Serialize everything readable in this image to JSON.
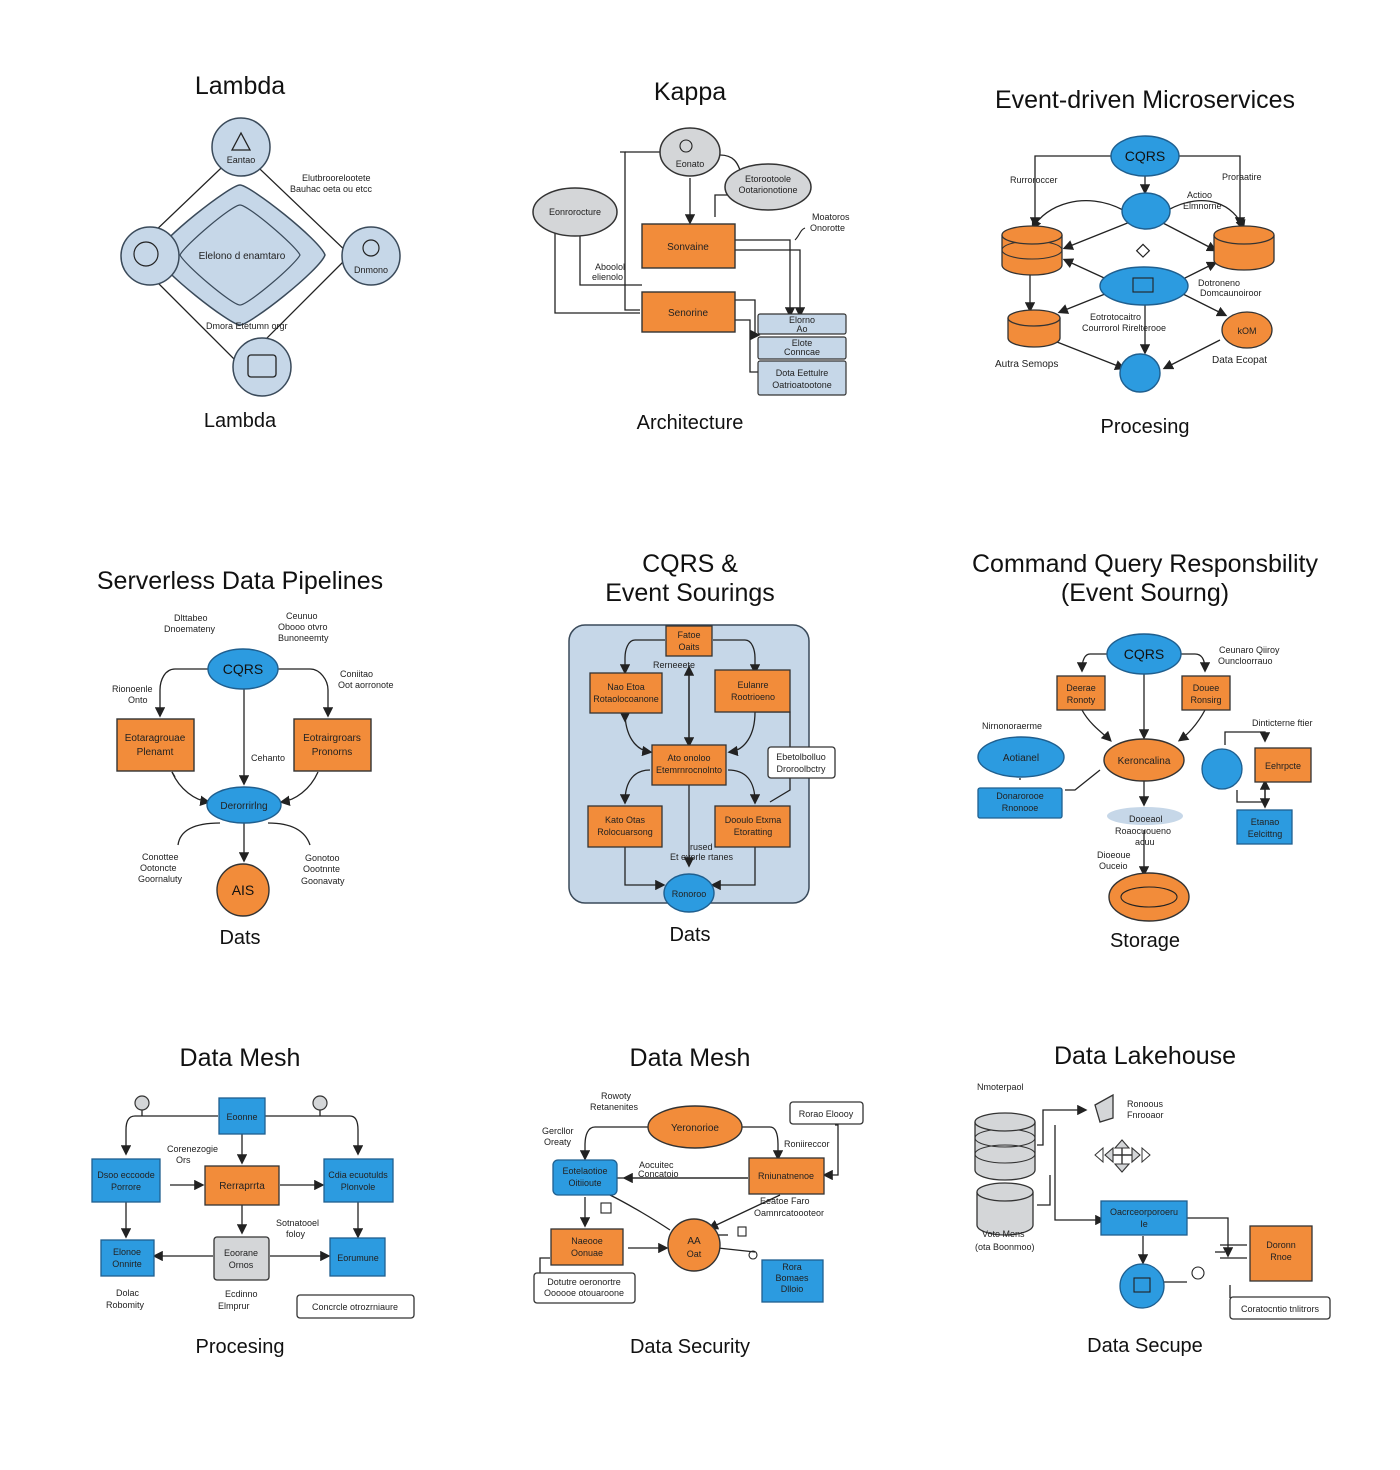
{
  "colors": {
    "orange": "#f28c3a",
    "blue": "#2c9be0",
    "grayblue": "#c6d7e8",
    "gray": "#d4d6d8",
    "stroke": "#222222"
  },
  "panels": [
    {
      "title": "Lambda",
      "caption": "Lambda",
      "labels": {
        "top": "Eantao",
        "left": "",
        "right": "Dnmono",
        "bottom": "",
        "center": "Elelono d enamtaro",
        "note1": "Elutbroorelootete",
        "note2": "Bauhac oeta ou etcc",
        "note3": "Dmora Etetumn orgr"
      }
    },
    {
      "title": "Kappa",
      "caption": "Architecture",
      "labels": {
        "top": "Eonato",
        "left": "Eonrorocture",
        "right1": "Etorootoole",
        "right2": "Ootarionotione",
        "box1": "Sonvaine",
        "box2": "Senorine",
        "note1": "Moatoros",
        "note2": "Onorotte",
        "note3": "Aboolol",
        "note4": "elienolo",
        "s1a": "Elorno",
        "s1b": "Ao",
        "s2a": "Elote",
        "s2b": "Conncae",
        "s3a": "Dota Eettulre",
        "s3b": "Oatrioatootone"
      }
    },
    {
      "title": "Event-driven Microservices",
      "caption": "Procesing",
      "labels": {
        "top": "CQRS",
        "l1": "Rurroroccer",
        "r1": "Proraatire",
        "mid1a": "Actioo",
        "mid1b": "Elmnorne",
        "n1": "Dotroneno",
        "n2": "Domcaunoiroor",
        "n3": "Eotrotocaitro",
        "n4": "Courrorol Rirelterooe",
        "bl": "Autra Semops",
        "br": "Data Ecopat",
        "brbox": "kOM"
      }
    },
    {
      "title": "Serverless Data Pipelines",
      "caption": "Dats",
      "labels": {
        "top": "CQRS",
        "box1a": "Eotaragrouae",
        "box1b": "Plenamt",
        "box2a": "Eotrairgroars",
        "box2b": "Pronorns",
        "mid": "Derorrirlng",
        "bottom": "AIS",
        "n1a": "Dlttabeo",
        "n1b": "Dnoemateny",
        "n2a": "Ceunuo",
        "n2b": "Obooo otvro",
        "n2c": "Bunoneemty",
        "n3a": "Coniitao",
        "n3b": "Oot aorronote",
        "n4a": "Rionoenle",
        "n4b": "Onto",
        "n5": "Cehanto",
        "n6a": "Conottee",
        "n6b": "Ootoncte",
        "n6c": "Goornaluty",
        "n7a": "Gonotoo",
        "n7b": "Oootnnte",
        "n7c": "Goonavaty"
      }
    },
    {
      "title": "CQRS &\nEvent Sourings",
      "caption": "Dats",
      "labels": {
        "top1": "Fatoe",
        "top2": "Oaits",
        "a1": "Nao Etoa",
        "a2": "Rotaolocoanone",
        "b1": "Eulanre",
        "b2": "Rootrioeno",
        "c1": "Ato onoloo",
        "c2": "Etemrnrocnolnto",
        "d1": "Kato Otas",
        "d2": "Rolocuarsong",
        "e1": "Dooulo Etxma",
        "e2": "Etoratting",
        "bottom": "Ronoroo",
        "side1": "Ebetolbolluo",
        "side2": "Droroolbctry",
        "n1": "Rerneeete",
        "n2": "rused",
        "n3": "Et eyorle rtanes"
      }
    },
    {
      "title": "Command Query Responsbility\n(Event Sourng)",
      "caption": "Storage",
      "labels": {
        "top": "CQRS",
        "tl1": "Deerae",
        "tl2": "Ronoty",
        "tr1": "Douee",
        "tr2": "Ronsirg",
        "left": "Aotianel",
        "center": "Keroncalina",
        "lb1": "Donarorooe",
        "lb2": "Rnonooe",
        "rb": "Eehrpcte",
        "rbb1": "Etanao",
        "rbb2": "Eelcittng",
        "n1": "Nirnonoraerme",
        "n2a": "Ceunaro Qiiroy",
        "n2b": "Ouncloorrauo",
        "n3": "Dinticterne ftier",
        "n4a": "Dooeaol",
        "n4b": "Roaocuoueno",
        "n4c": "acuu",
        "n5a": "Dioeoue",
        "n5b": "Ouceio"
      }
    },
    {
      "title": "Data Mesh",
      "caption": "Procesing",
      "labels": {
        "top": "Eoonne",
        "l1": "Dsoo eccoode",
        "l2": "Porrore",
        "c1": "Rerraprrta",
        "r1": "Cdia ecuotulds",
        "r2": "Plonvole",
        "bl1": "Elonoe",
        "bl2": "Onnirte",
        "bc1": "Eoorane",
        "bc2": "Ornos",
        "br": "Eorumune",
        "n1a": "Corenezogie",
        "n1b": "Ors",
        "n2a": "Sotnatooel",
        "n2b": "foloy",
        "n3a": "Dolac",
        "n3b": "Robomity",
        "n4a": "Ecdinno",
        "n4b": "Elmprur",
        "boxnote": "Concrcle otrozrniaure"
      }
    },
    {
      "title": "Data Mesh",
      "caption": "Data Security",
      "labels": {
        "top": "Yeronorioe",
        "topbox": "Rorao Eloooy",
        "n1a": "Rowoty",
        "n1b": "Retanenites",
        "n2a": "Gercllor",
        "n2b": "Oreaty",
        "l1": "Eotelaotioe",
        "l2": "Oitiioute",
        "r1": "Rniunatnenoe",
        "n3": "Roniireccor",
        "n4a": "Aocuitec",
        "n4b": "Concatoio",
        "n5a": "Eeatoe Faro",
        "n5b": "Oamnrcatoooteor",
        "ll1": "Naeooe",
        "ll2": "Oonuae",
        "center1": "AA",
        "center2": "Oat",
        "rb1": "Rora",
        "rb2": "Bomaes",
        "rb3": "Dlloio",
        "boxnote1": "Dotutre oeronortre",
        "boxnote2": "Oooooe otouaroone"
      }
    },
    {
      "title": "Data Lakehouse",
      "caption": "Data Secupe",
      "labels": {
        "n1": "Nmoterpaol",
        "n2a": "Ronoous",
        "n2b": "Fnrooaor",
        "n3a": "Voto Mens",
        "n3b": "(ota Boonmoo)",
        "center1": "Oacrceorporoeru",
        "center2": "Ie",
        "right1": "Doronn",
        "right2": "Rnoe",
        "boxnote": "Coratocntio tnlitrors"
      }
    }
  ]
}
